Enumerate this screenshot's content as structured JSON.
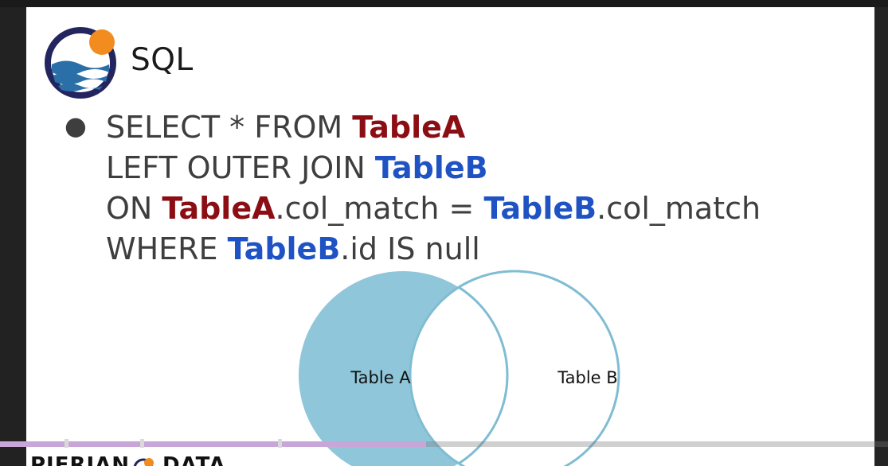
{
  "slide": {
    "title": "SQL",
    "bullet": "●",
    "code": {
      "line1": {
        "pre": "SELECT * FROM ",
        "table": "TableA"
      },
      "line2": {
        "pre": "LEFT OUTER JOIN ",
        "table": "TableB"
      },
      "line3": {
        "pre": "ON ",
        "table_a": "TableA",
        "mid": ".col_match = ",
        "table_b": "TableB",
        "post": ".col_match"
      },
      "line4": {
        "pre": "WHERE ",
        "table": "TableB",
        "post": ".id IS null"
      }
    },
    "venn": {
      "left_label": "Table A",
      "right_label": "Table B"
    }
  },
  "logo": {
    "name": "pierian-logo-icon"
  },
  "watermark": {
    "left": "PIERIAN",
    "right": "DATA"
  },
  "player": {
    "progress": 0.48
  },
  "colors": {
    "table_a": "#8b0e14",
    "table_b": "#1f53c4",
    "venn_fill": "#8fc6da",
    "venn_stroke": "#7fbdd3",
    "logo_ring": "#23265e",
    "logo_sun": "#f28c1f",
    "logo_wave": "#2a6fa8"
  }
}
